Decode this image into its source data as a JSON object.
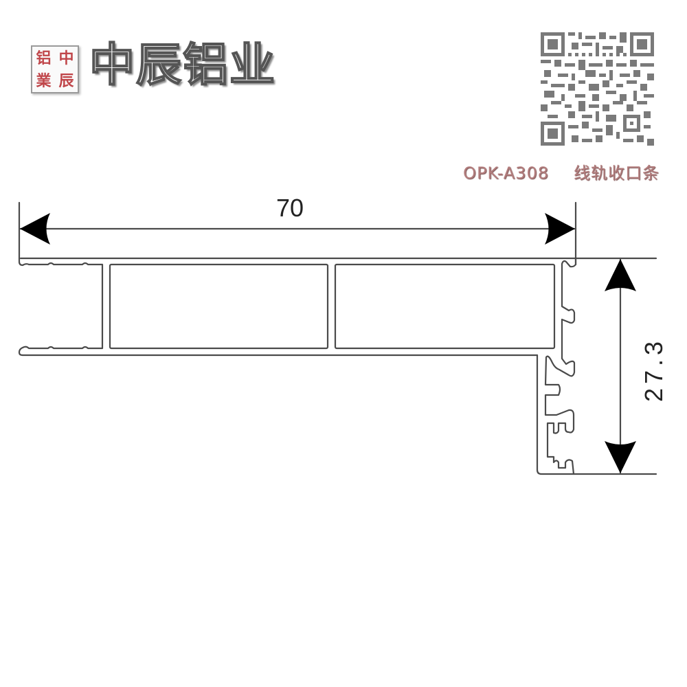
{
  "header": {
    "logo_seal_chars": [
      "铝",
      "中",
      "業",
      "辰"
    ],
    "brand_name": "中辰铝业",
    "qr_code": "qr-code-icon"
  },
  "product": {
    "code": "OPK-A308",
    "name": "线轨收口条"
  },
  "drawing": {
    "type": "aluminum-profile-cross-section",
    "dimensions": {
      "width": "70",
      "height": "27.3"
    },
    "colors": {
      "line": "#4a4a4a",
      "arrow": "#000000",
      "label": "#b37d7d",
      "seal": "#c0464a"
    }
  }
}
